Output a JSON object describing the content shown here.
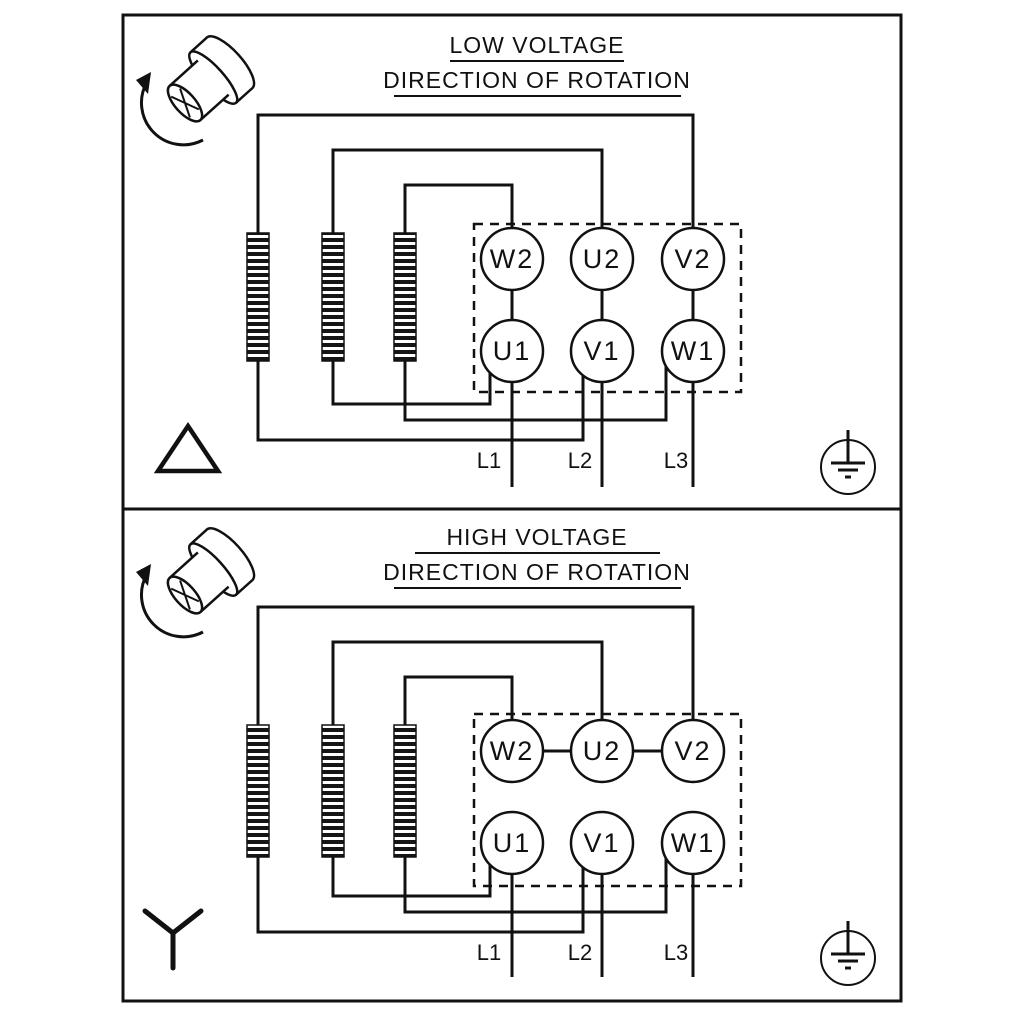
{
  "diagram": {
    "type": "motor-terminal-wiring",
    "line_color": "#111111",
    "background": "#ffffff"
  },
  "panels": [
    {
      "id": "low-voltage",
      "title": "LOW VOLTAGE",
      "subtitle": "DIRECTION OF ROTATION",
      "connection": "delta",
      "terminals": {
        "top_row": [
          "W2",
          "U2",
          "V2"
        ],
        "bottom_row": [
          "U1",
          "V1",
          "W1"
        ]
      },
      "supply_lines": [
        "L1",
        "L2",
        "L3"
      ]
    },
    {
      "id": "high-voltage",
      "title": "HIGH VOLTAGE",
      "subtitle": "DIRECTION OF ROTATION",
      "connection": "star",
      "terminals": {
        "top_row": [
          "W2",
          "U2",
          "V2"
        ],
        "bottom_row": [
          "U1",
          "V1",
          "W1"
        ]
      },
      "supply_lines": [
        "L1",
        "L2",
        "L3"
      ]
    }
  ],
  "icons": {
    "rotation": "shaft-rotation-direction",
    "delta": "delta-connection",
    "star": "star-connection",
    "ground": "protective-earth"
  }
}
